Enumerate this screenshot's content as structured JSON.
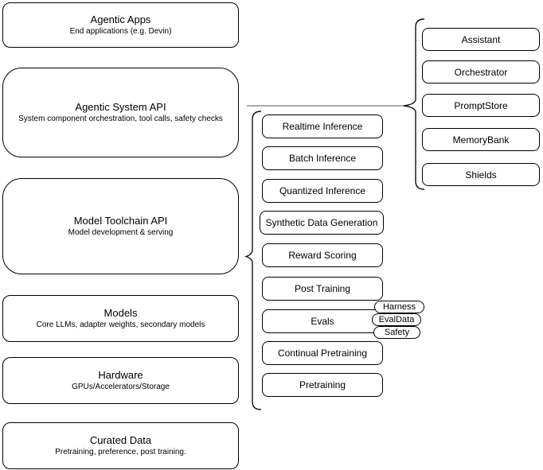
{
  "left_stack": [
    {
      "title": "Agentic Apps",
      "subtitle": "End applications (e.g. Devin)"
    },
    {
      "title": "Agentic System API",
      "subtitle": "System component orchestration, tool calls, safety checks"
    },
    {
      "title": "Model Toolchain API",
      "subtitle": "Model development & serving"
    },
    {
      "title": "Models",
      "subtitle": "Core LLMs, adapter weights, secondary models"
    },
    {
      "title": "Hardware",
      "subtitle": "GPUs/Accelerators/Storage"
    },
    {
      "title": "Curated Data",
      "subtitle": "Pretraining, preference, post training."
    }
  ],
  "toolchain_items": [
    "Realtime Inference",
    "Batch Inference",
    "Quantized Inference",
    "Synthetic Data Generation",
    "Reward Scoring",
    "Post Training",
    "Evals",
    "Continual Pretraining",
    "Pretraining"
  ],
  "evals_tags": [
    "Harness",
    "EvalData",
    "Safety"
  ],
  "system_items": [
    "Assistant",
    "Orchestrator",
    "PromptStore",
    "MemoryBank",
    "Shields"
  ],
  "colors": {
    "stroke": "#000000",
    "connector": "#7a7a7a",
    "background": "#ffffff"
  }
}
